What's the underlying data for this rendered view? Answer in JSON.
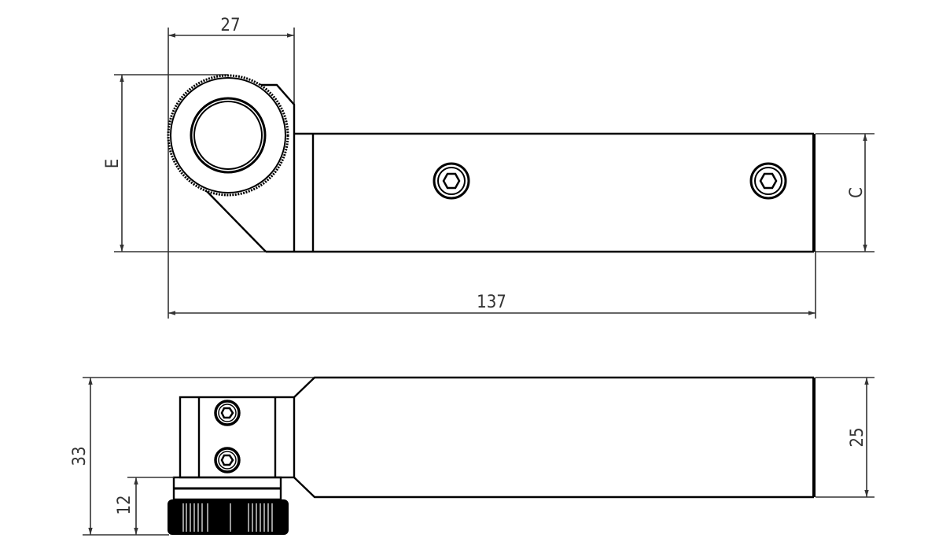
{
  "drawing": {
    "top_view": {
      "dimensions": {
        "width_top": "27",
        "height_left": "E",
        "height_right": "C",
        "overall_length": "137"
      }
    },
    "side_view": {
      "dimensions": {
        "overall_height": "33",
        "knob_height": "12",
        "body_height": "25"
      }
    },
    "colors": {
      "line": "#000000",
      "dimension": "#333333"
    }
  }
}
